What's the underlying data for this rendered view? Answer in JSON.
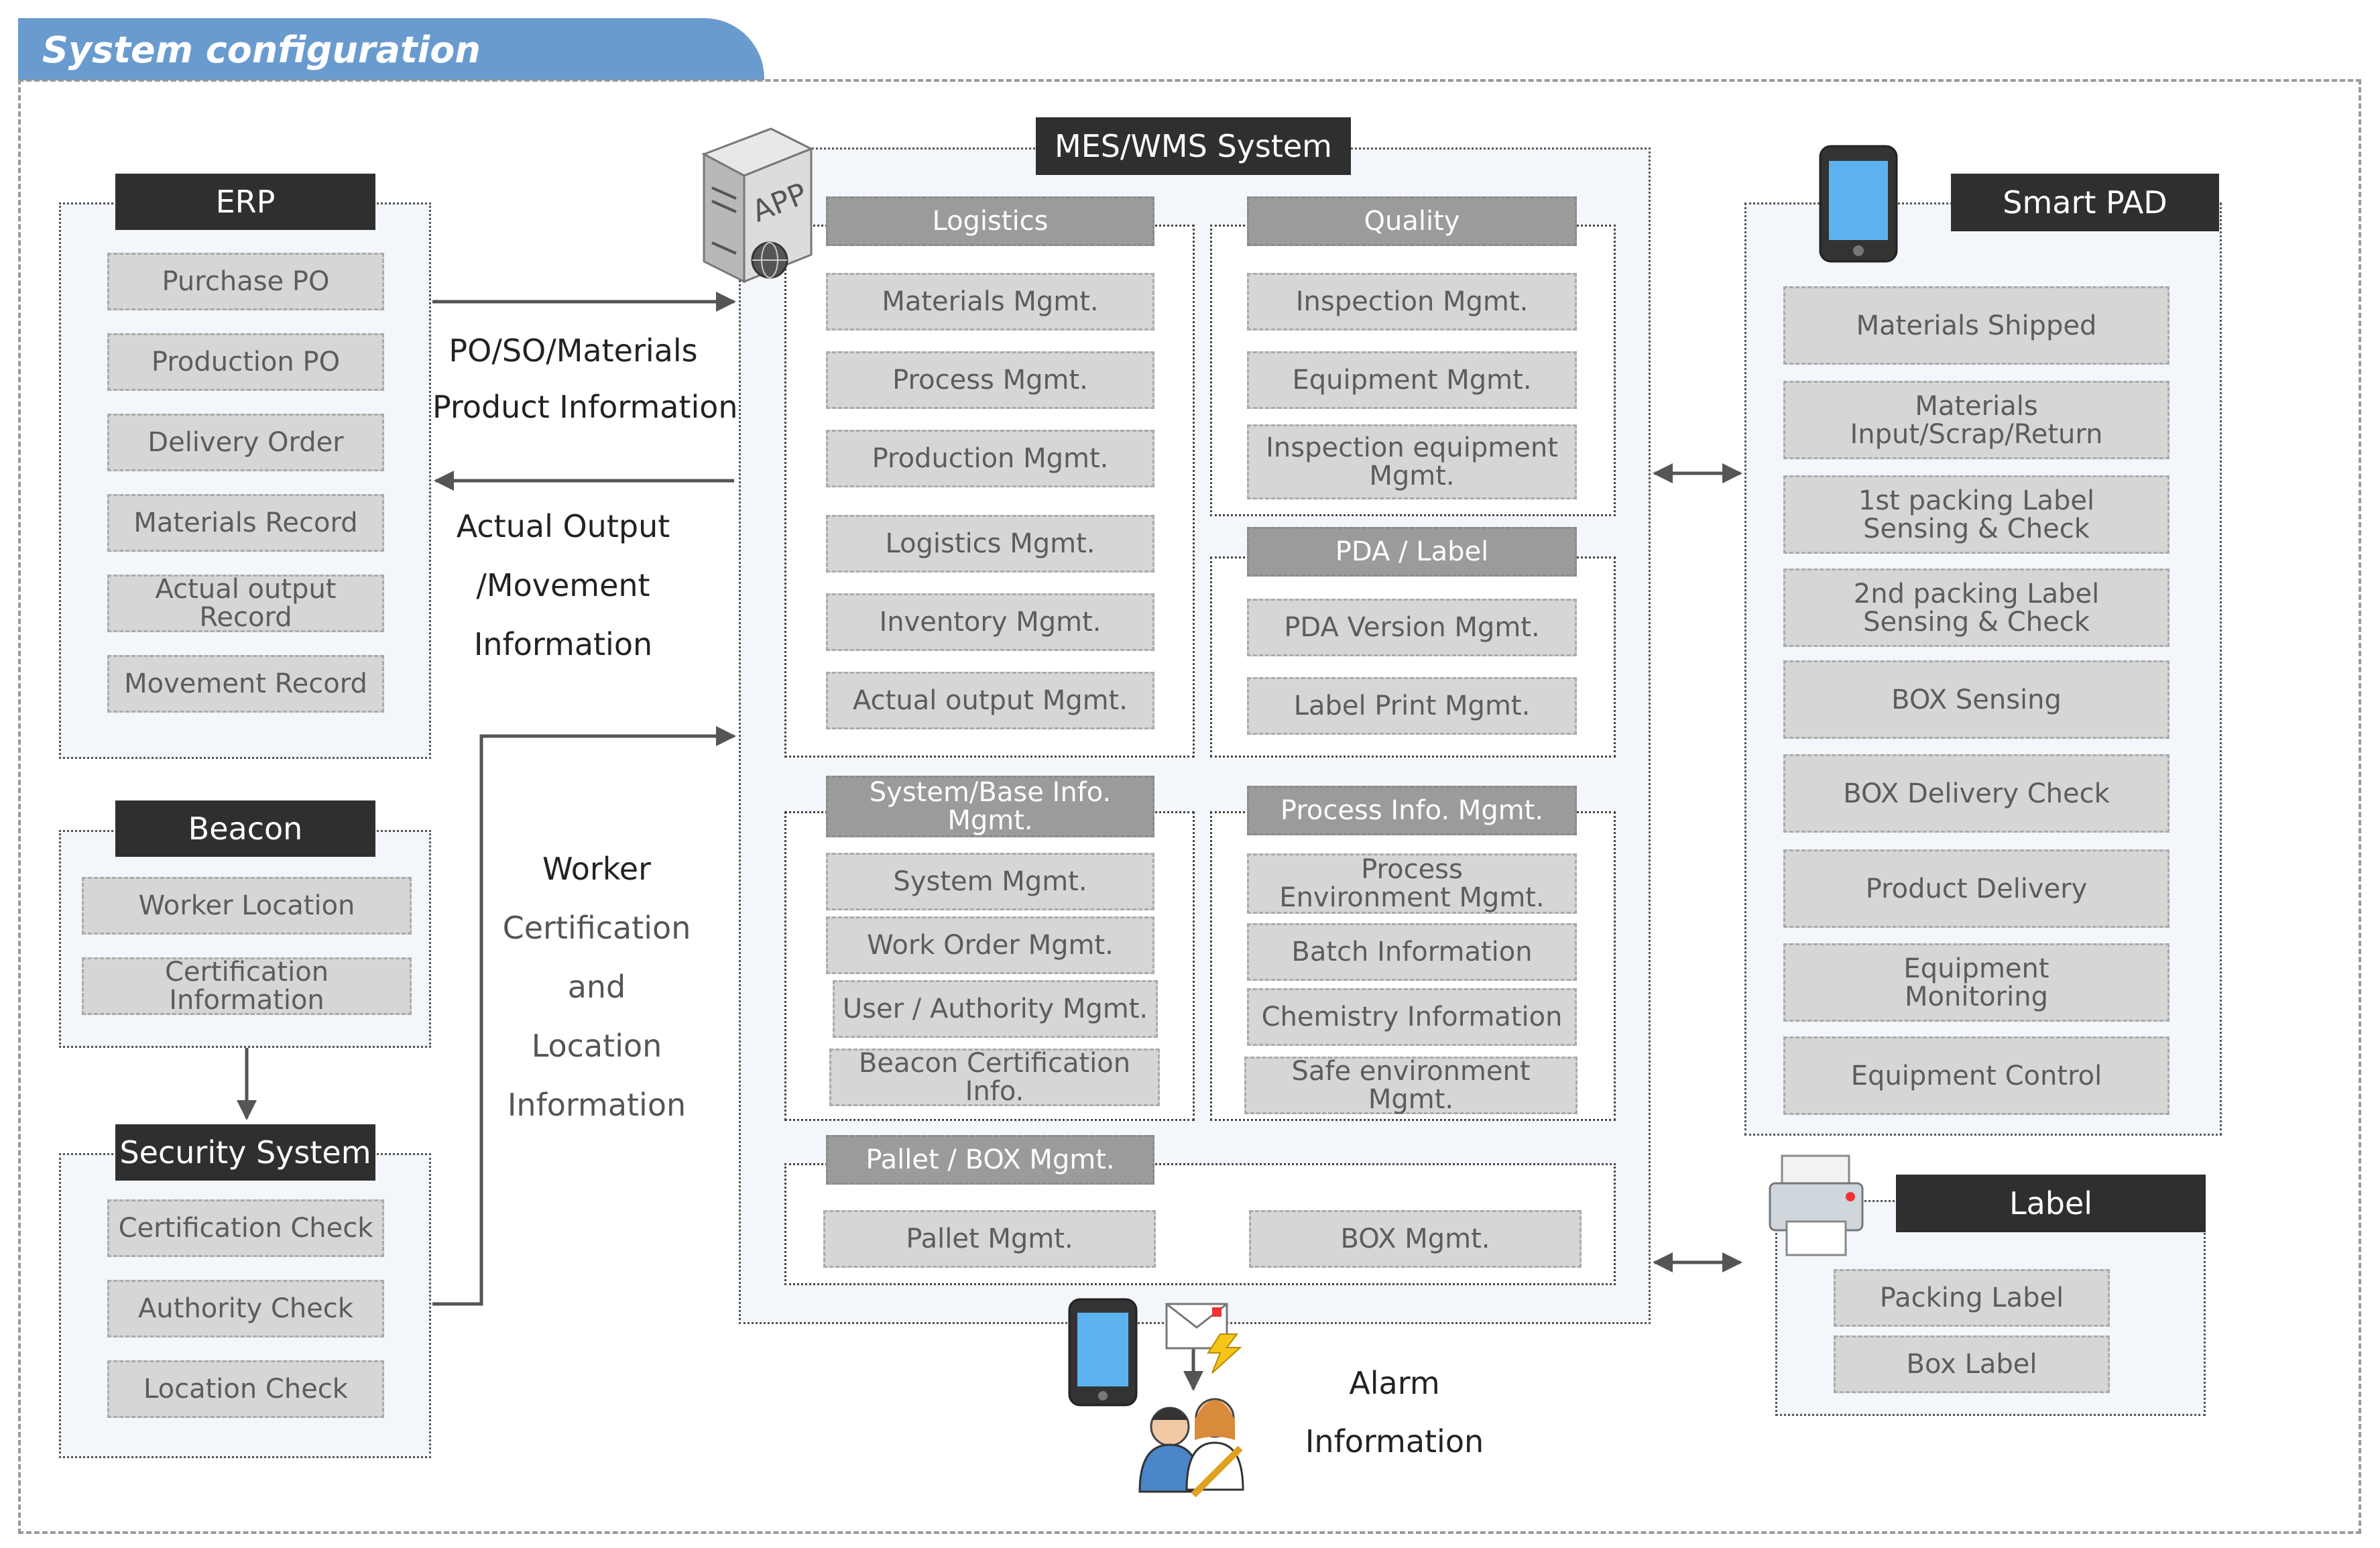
{
  "title": "System configuration",
  "erp": {
    "header": "ERP",
    "items": [
      "Purchase PO",
      "Production PO",
      "Delivery Order",
      "Materials Record",
      "Actual output Record",
      "Movement Record"
    ]
  },
  "beacon": {
    "header": "Beacon",
    "items": [
      "Worker Location",
      "Certification Information"
    ]
  },
  "security": {
    "header": "Security System",
    "items": [
      "Certification Check",
      "Authority Check",
      "Location Check"
    ]
  },
  "flow_labels": {
    "po_line1": "PO/SO/Materials",
    "po_line2": "Product Information",
    "actual_line1": "Actual Output",
    "actual_line2": "/Movement",
    "actual_line3": "Information",
    "worker_line1": "Worker",
    "worker_line2": "Certification",
    "worker_line3": "and",
    "worker_line4": "Location",
    "worker_line5": "Information",
    "alarm_line1": "Alarm",
    "alarm_line2": "Information"
  },
  "mes": {
    "header": "MES/WMS System",
    "app_label": "APP",
    "logistics": {
      "header": "Logistics",
      "items": [
        "Materials Mgmt.",
        "Process Mgmt.",
        "Production Mgmt.",
        "Logistics Mgmt.",
        "Inventory Mgmt.",
        "Actual output Mgmt."
      ]
    },
    "quality": {
      "header": "Quality",
      "items": [
        "Inspection Mgmt.",
        "Equipment Mgmt.",
        "Inspection equipment Mgmt."
      ]
    },
    "pda": {
      "header": "PDA / Label",
      "items": [
        "PDA Version Mgmt.",
        "Label Print Mgmt."
      ]
    },
    "system_base": {
      "header": "System/Base Info. Mgmt.",
      "items": [
        "System Mgmt.",
        "Work Order Mgmt.",
        "User / Authority Mgmt.",
        "Beacon Certification Info."
      ]
    },
    "process_info": {
      "header": "Process Info. Mgmt.",
      "items": [
        "Process Environment Mgmt.",
        "Batch Information",
        "Chemistry Information",
        "Safe environment Mgmt."
      ]
    },
    "pallet": {
      "header": "Pallet / BOX Mgmt.",
      "items": [
        "Pallet Mgmt.",
        "BOX Mgmt."
      ]
    }
  },
  "smart_pad": {
    "header": "Smart PAD",
    "items": [
      "Materials Shipped",
      "Materials Input/Scrap/Return",
      "1st packing Label Sensing & Check",
      "2nd packing Label Sensing & Check",
      "BOX Sensing",
      "BOX Delivery Check",
      "Product Delivery",
      "Equipment Monitoring",
      "Equipment Control"
    ]
  },
  "label": {
    "header": "Label",
    "items": [
      "Packing Label",
      "Box Label"
    ]
  },
  "colors": {
    "title_tab": "#6a9bcf",
    "header_bg": "#2f2f2f",
    "subheader_bg": "#9b9b9b",
    "item_bg": "#d6d6d6",
    "panel_bg": "#f3f6fa"
  }
}
